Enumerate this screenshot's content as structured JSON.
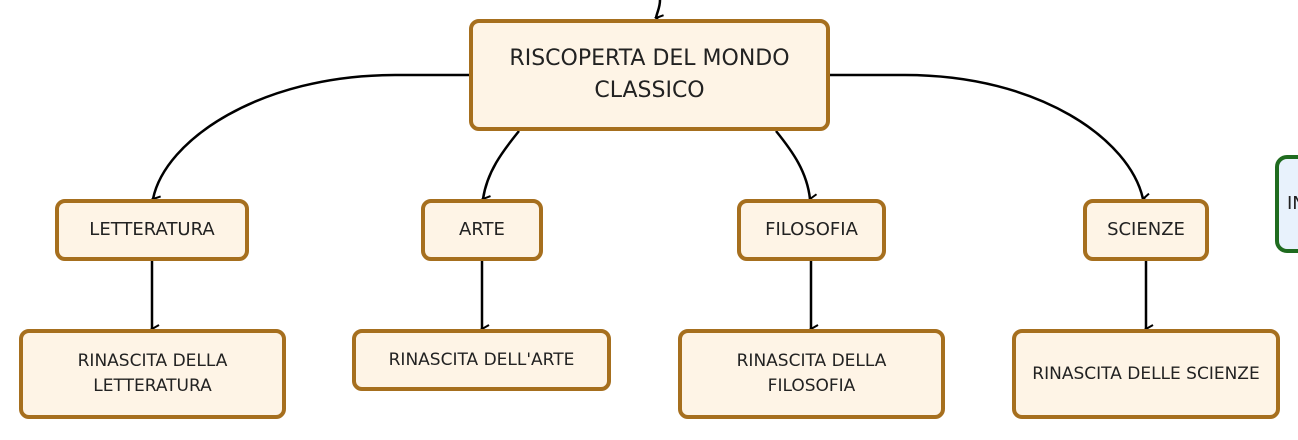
{
  "colors": {
    "node_fill": "#fef4e6",
    "node_border": "#a66f1e",
    "side_fill": "#e8f2fc",
    "side_border": "#1f6b1f",
    "edge": "#000000"
  },
  "root": {
    "label": "RISCOPERTA DEL MONDO CLASSICO"
  },
  "categories": [
    {
      "label": "LETTERATURA",
      "child": "RINASCITA DELLA LETTERATURA"
    },
    {
      "label": "ARTE",
      "child": "RINASCITA DELL'ARTE"
    },
    {
      "label": "FILOSOFIA",
      "child": "RINASCITA DELLA FILOSOFIA"
    },
    {
      "label": "SCIENZE",
      "child": "RINASCITA DELLE SCIENZE"
    }
  ],
  "side_node": {
    "label": "IN"
  }
}
